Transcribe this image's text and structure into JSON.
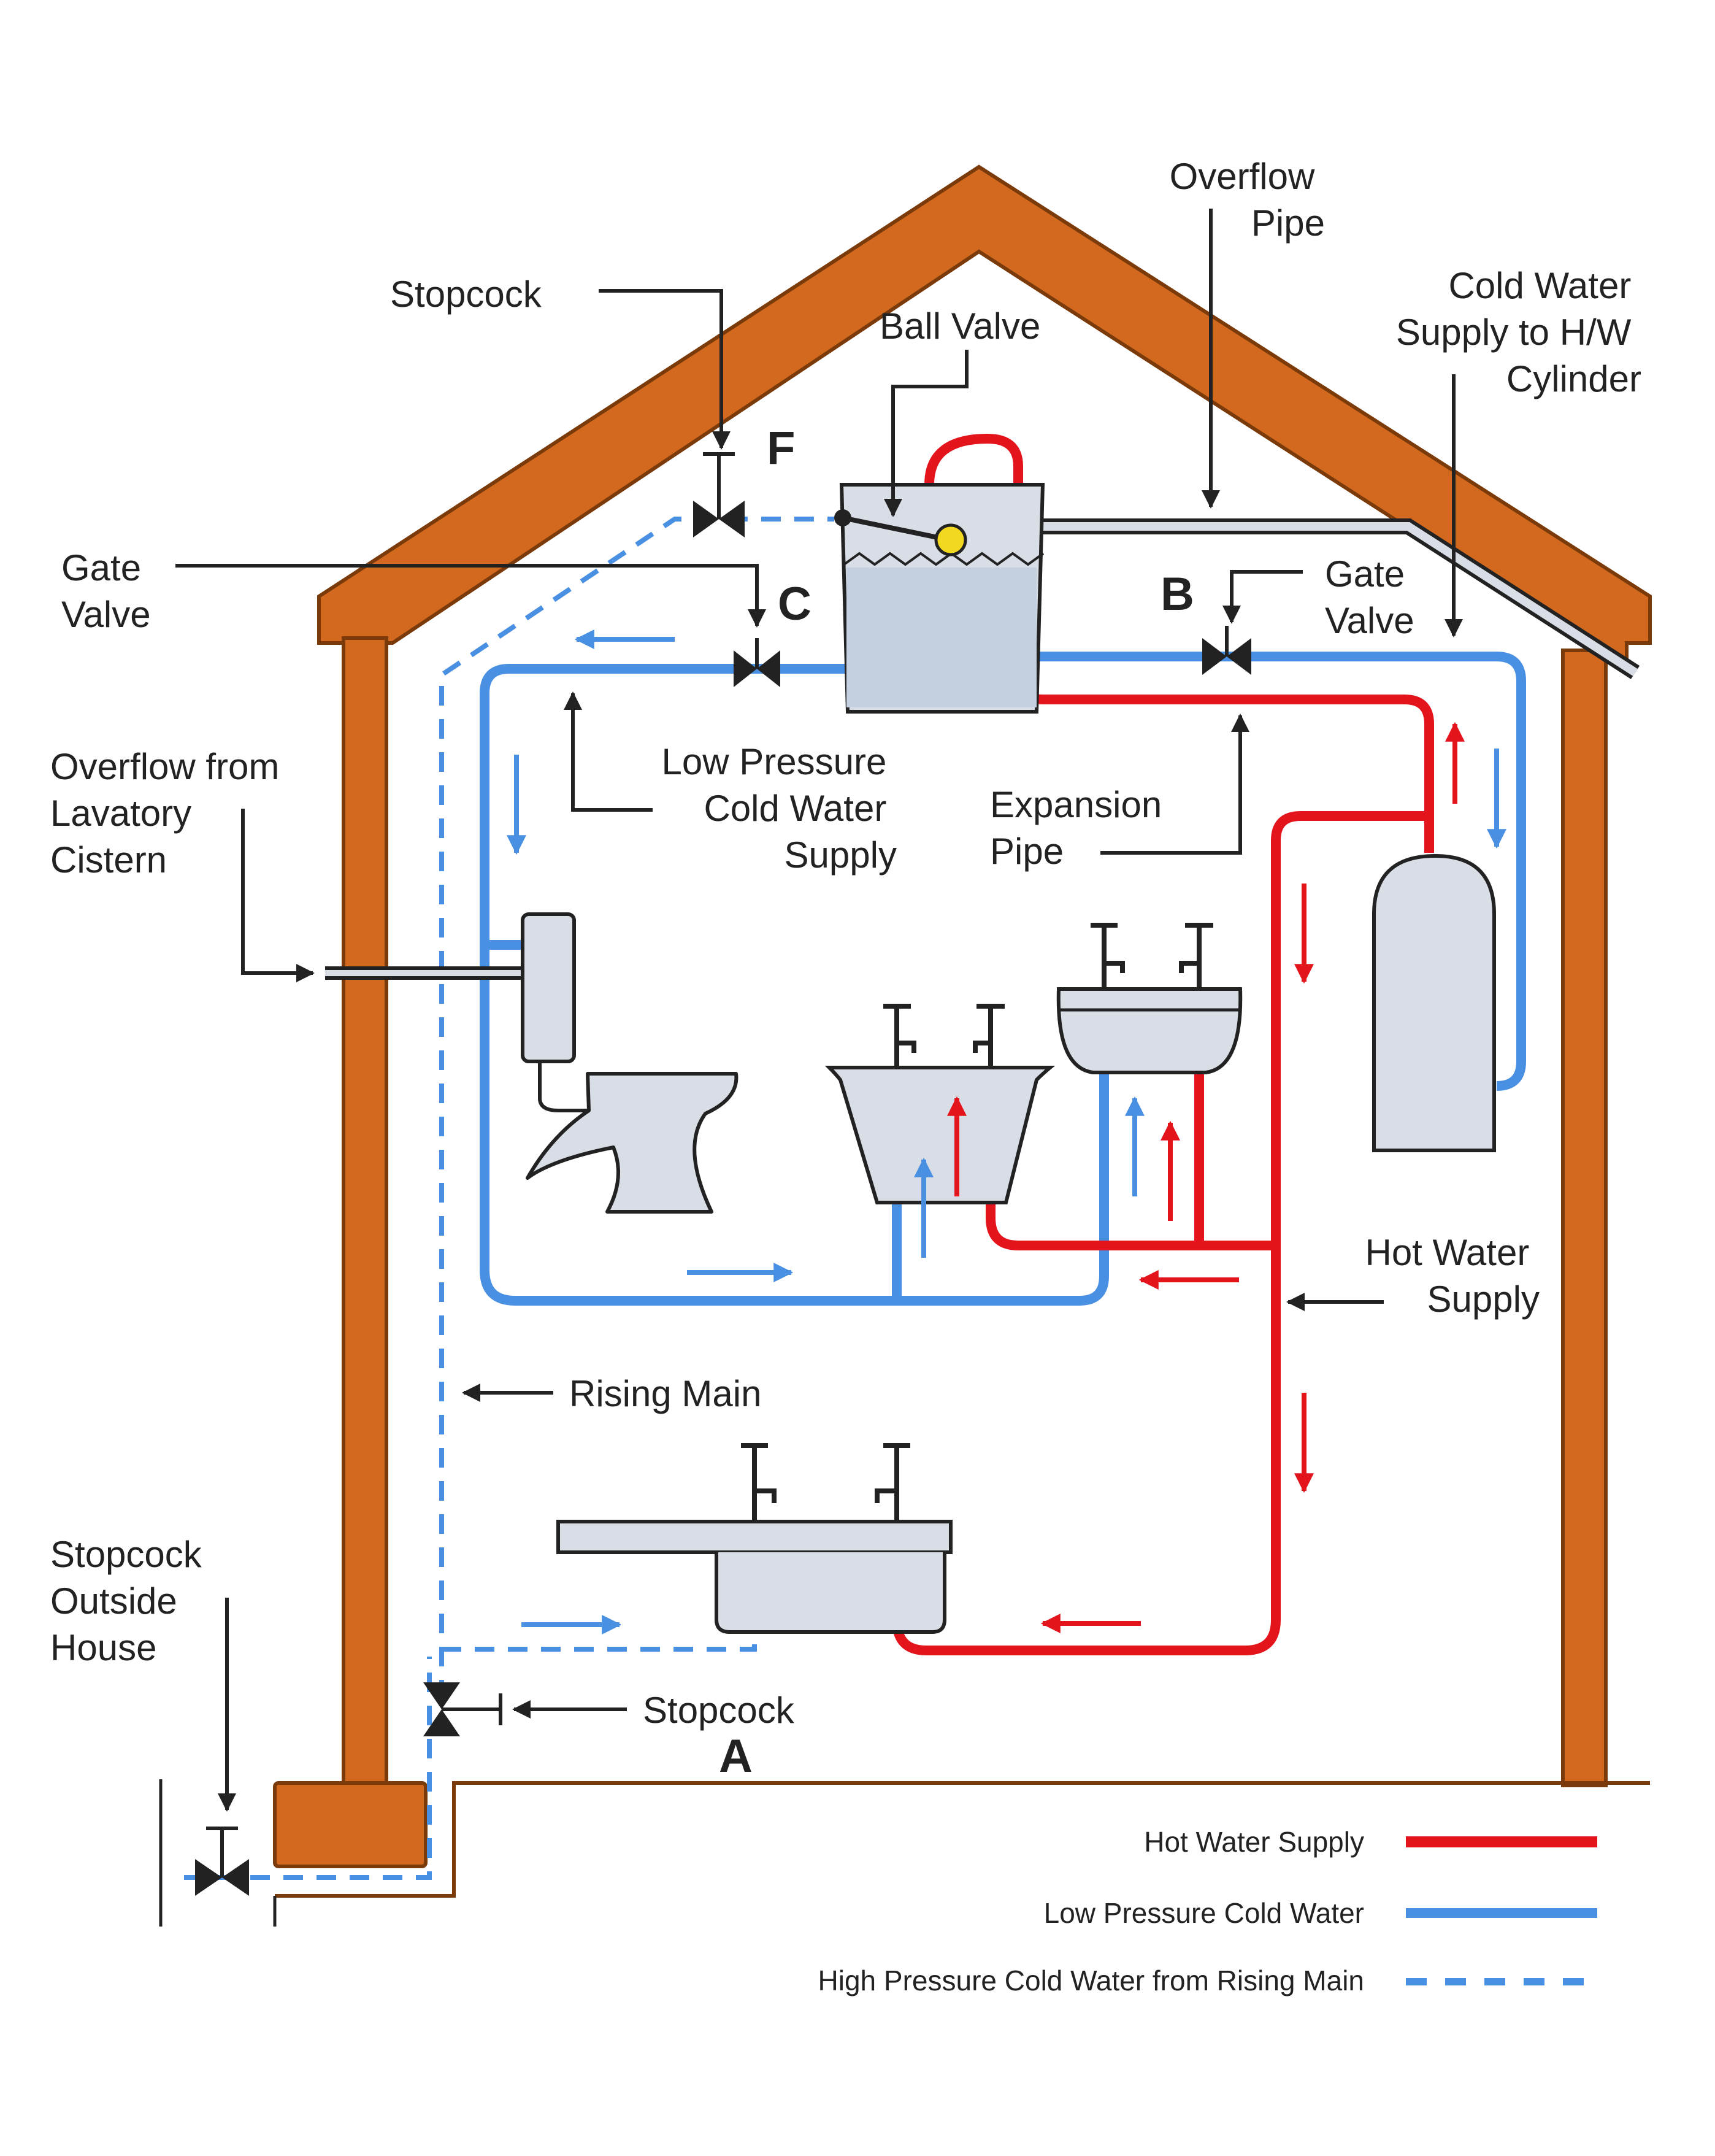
{
  "labels": {
    "overflow_pipe": [
      "Overflow",
      "Pipe"
    ],
    "stopcock_top": "Stopcock",
    "ball_valve": "Ball Valve",
    "cold_water_supply_cylinder": [
      "Cold Water",
      "Supply to H/W",
      "Cylinder"
    ],
    "gate_valve_left": [
      "Gate",
      "Valve"
    ],
    "gate_valve_right": [
      "Gate",
      "Valve"
    ],
    "overflow_lavatory": [
      "Overflow from",
      "Lavatory",
      "Cistern"
    ],
    "low_pressure_supply": [
      "Low Pressure",
      "Cold Water",
      "Supply"
    ],
    "expansion_pipe": [
      "Expansion",
      "Pipe"
    ],
    "hot_water_supply": [
      "Hot Water",
      "Supply"
    ],
    "rising_main": "Rising Main",
    "stopcock_outside": [
      "Stopcock",
      "Outside",
      "House"
    ],
    "stopcock_bottom": "Stopcock"
  },
  "valve_letters": {
    "a": "A",
    "b": "B",
    "c": "C",
    "f": "F"
  },
  "legend": [
    {
      "label": "Hot Water Supply",
      "style": "solid",
      "color": "#e3141b"
    },
    {
      "label": "Low Pressure Cold Water",
      "style": "solid",
      "color": "#4a90e2"
    },
    {
      "label": "High Pressure Cold Water from Rising Main",
      "style": "dashed",
      "color": "#4a90e2"
    }
  ],
  "colors": {
    "house": "#d2691e",
    "hot": "#e3141b",
    "cold": "#4a90e2",
    "fixture": "#d9dde6",
    "outline": "#222222"
  }
}
